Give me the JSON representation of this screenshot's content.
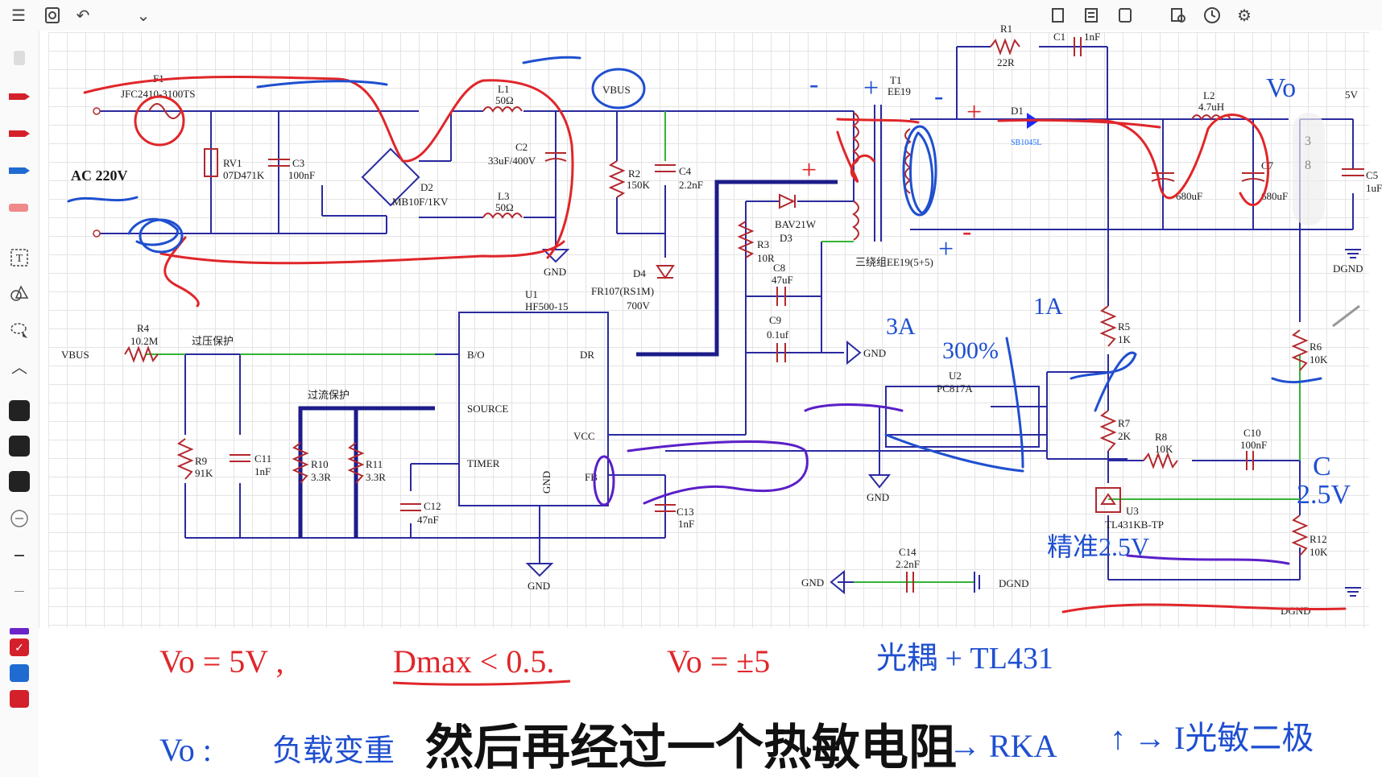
{
  "colors": {
    "schematic": "#2a2aa0",
    "component": "#b3282d",
    "green_wire": "#35b335",
    "label": "#1a1a1a",
    "ink_red": "#e0262a",
    "ink_blue": "#1f4fd0",
    "ink_purple": "#5a1fc8"
  },
  "toolbar": {
    "menu_icon": "menu-icon",
    "add_icon": "add-page-icon",
    "undo_icon": "undo-icon",
    "dropdown_icon": "chevron-down-icon",
    "right_icons": [
      "copy-icon",
      "list-icon",
      "page-icon",
      "zoom-icon",
      "history-icon",
      "settings-icon"
    ]
  },
  "sidebar": {
    "tools": [
      "eraser-tool",
      "pen-red",
      "pen-red-2",
      "pen-blue",
      "highlighter",
      "text-tool",
      "shapes-tool",
      "lasso-tool",
      "collapse"
    ],
    "swatches": [
      "#222222",
      "#222222",
      "#222222"
    ],
    "bottom_colors": [
      "#6b24c9",
      "#d4202a",
      "#1f6bd1",
      "#d4202a"
    ]
  },
  "schematic": {
    "labels": {
      "f1": "F1",
      "f1_part": "JFC2410-3100TS",
      "ac": "AC 220V",
      "rv1": "RV1",
      "rv1_val": "07D471K",
      "c3": "C3",
      "c3_val": "100nF",
      "d2": "D2",
      "d2_val": "MB10F/1KV",
      "l1": "L1",
      "l1_val": "50Ω",
      "l3": "L3",
      "l3_val": "50Ω",
      "c2": "C2",
      "c2_val": "33uF/400V",
      "gnd": "GND",
      "vbus": "VBUS",
      "r2": "R2",
      "r2_val": "150K",
      "c4": "C4",
      "c4_val": "2.2nF",
      "d4": "D4",
      "d4_val": "FR107(RS1M)",
      "d4_v": "700V",
      "t1": "T1",
      "t1_val": "EE19",
      "t1_desc": "三绕组EE19(5+5)",
      "d3": "D3",
      "d3_val": "BAV21W",
      "r3": "R3",
      "r3_val": "10R",
      "c8": "C8",
      "c8_val": "47uF",
      "c9": "C9",
      "c9_val": "0.1uf",
      "r1": "R1",
      "r1_val": "22R",
      "c1": "C1",
      "c1_val": "1nF",
      "d1": "D1",
      "d1_val": "SB1045L",
      "l2": "L2",
      "l2_val": "4.7uH",
      "c6_val": "680uF",
      "c7": "C7",
      "c7_val": "680uF",
      "c5": "C5",
      "c5_val": "1uF",
      "v5": "5V",
      "dgnd": "DGND",
      "u1": "U1",
      "u1_val": "HF500-15",
      "pin_bo": "B/O",
      "pin_dr": "DR",
      "pin_source": "SOURCE",
      "pin_vcc": "VCC",
      "pin_timer": "TIMER",
      "pin_fb": "FB",
      "pin_gnd": "GND",
      "r4": "R4",
      "r4_val": "10.2M",
      "ovp": "过压保护",
      "ocp": "过流保护",
      "r9": "R9",
      "r9_val": "91K",
      "c11": "C11",
      "c11_val": "1nF",
      "r10": "R10",
      "r10_val": "3.3R",
      "r11": "R11",
      "r11_val": "3.3R",
      "c12": "C12",
      "c12_val": "47nF",
      "c13": "C13",
      "c13_val": "1nF",
      "r5": "R5",
      "r5_val": "1K",
      "u2": "U2",
      "u2_val": "PC817A",
      "r7": "R7",
      "r7_val": "2K",
      "r8": "R8",
      "r8_val": "10K",
      "c10": "C10",
      "c10_val": "100nF",
      "u3": "U3",
      "u3_val": "TL431KB-TP",
      "r6": "R6",
      "r6_val": "10K",
      "r12": "R12",
      "r12_val": "10K",
      "c14": "C14",
      "c14_val": "2.2nF"
    },
    "annotations": {
      "vo_top": "Vo",
      "a3": "3A",
      "pct": "300%",
      "a1": "1A",
      "c": "C",
      "v25": "2.5V",
      "precise": "精准2.5V",
      "plus": "+",
      "minus": "-"
    },
    "page_nums": [
      "3",
      "8"
    ]
  },
  "notes": {
    "line1_a": "Vo = 5V ,",
    "line1_b": "Dmax < 0.5.",
    "line1_c": "Vo = ±5",
    "line1_d": "光耦 + TL431",
    "line2_a": "Vo :",
    "line2_b": "负载变重",
    "line2_c": "→ RKA",
    "line2_d": "↑ → I光敏二极"
  },
  "subtitle": "然后再经过一个热敏电阻"
}
